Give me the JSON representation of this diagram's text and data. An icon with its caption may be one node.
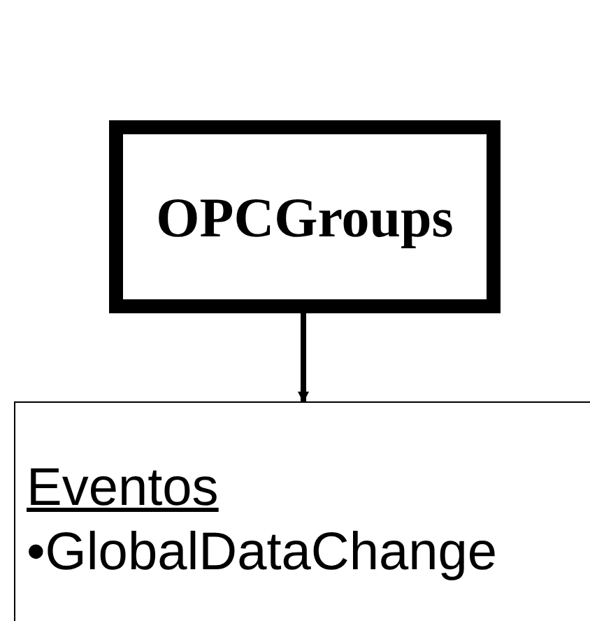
{
  "diagram": {
    "nodes": [
      {
        "text": [
          "OPCGroups"
        ]
      },
      {
        "text": [
          "Eventos",
          "•GlobalDataChange"
        ]
      }
    ],
    "edges": [
      {
        "from": 0,
        "to": 1,
        "arrow": "to"
      }
    ]
  }
}
